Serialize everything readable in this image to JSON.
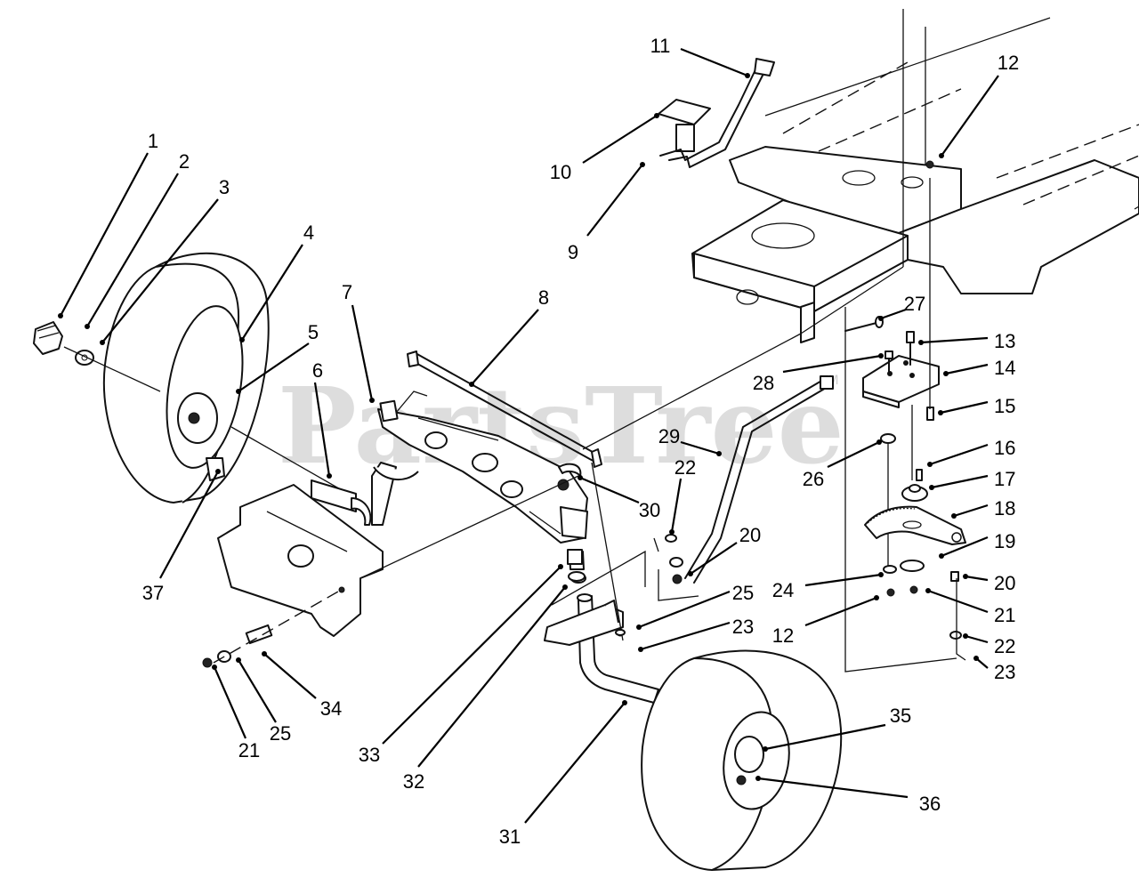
{
  "watermark": {
    "text": "PartsTree",
    "trademark": "TM"
  },
  "callouts": [
    {
      "id": "c1",
      "label": "1"
    },
    {
      "id": "c2",
      "label": "2"
    },
    {
      "id": "c3",
      "label": "3"
    },
    {
      "id": "c4",
      "label": "4"
    },
    {
      "id": "c5",
      "label": "5"
    },
    {
      "id": "c6",
      "label": "6"
    },
    {
      "id": "c7",
      "label": "7"
    },
    {
      "id": "c8",
      "label": "8"
    },
    {
      "id": "c9",
      "label": "9"
    },
    {
      "id": "c10",
      "label": "10"
    },
    {
      "id": "c11",
      "label": "11"
    },
    {
      "id": "c12a",
      "label": "12"
    },
    {
      "id": "c12b",
      "label": "12"
    },
    {
      "id": "c13",
      "label": "13"
    },
    {
      "id": "c14",
      "label": "14"
    },
    {
      "id": "c15",
      "label": "15"
    },
    {
      "id": "c16",
      "label": "16"
    },
    {
      "id": "c17",
      "label": "17"
    },
    {
      "id": "c18",
      "label": "18"
    },
    {
      "id": "c19",
      "label": "19"
    },
    {
      "id": "c20a",
      "label": "20"
    },
    {
      "id": "c20b",
      "label": "20"
    },
    {
      "id": "c21a",
      "label": "21"
    },
    {
      "id": "c21b",
      "label": "21"
    },
    {
      "id": "c22a",
      "label": "22"
    },
    {
      "id": "c22b",
      "label": "22"
    },
    {
      "id": "c23a",
      "label": "23"
    },
    {
      "id": "c23b",
      "label": "23"
    },
    {
      "id": "c24",
      "label": "24"
    },
    {
      "id": "c25a",
      "label": "25"
    },
    {
      "id": "c25b",
      "label": "25"
    },
    {
      "id": "c26",
      "label": "26"
    },
    {
      "id": "c27",
      "label": "27"
    },
    {
      "id": "c28",
      "label": "28"
    },
    {
      "id": "c29",
      "label": "29"
    },
    {
      "id": "c30",
      "label": "30"
    },
    {
      "id": "c31",
      "label": "31"
    },
    {
      "id": "c32",
      "label": "32"
    },
    {
      "id": "c33",
      "label": "33"
    },
    {
      "id": "c34",
      "label": "34"
    },
    {
      "id": "c35",
      "label": "35"
    },
    {
      "id": "c36",
      "label": "36"
    },
    {
      "id": "c37",
      "label": "37"
    }
  ]
}
